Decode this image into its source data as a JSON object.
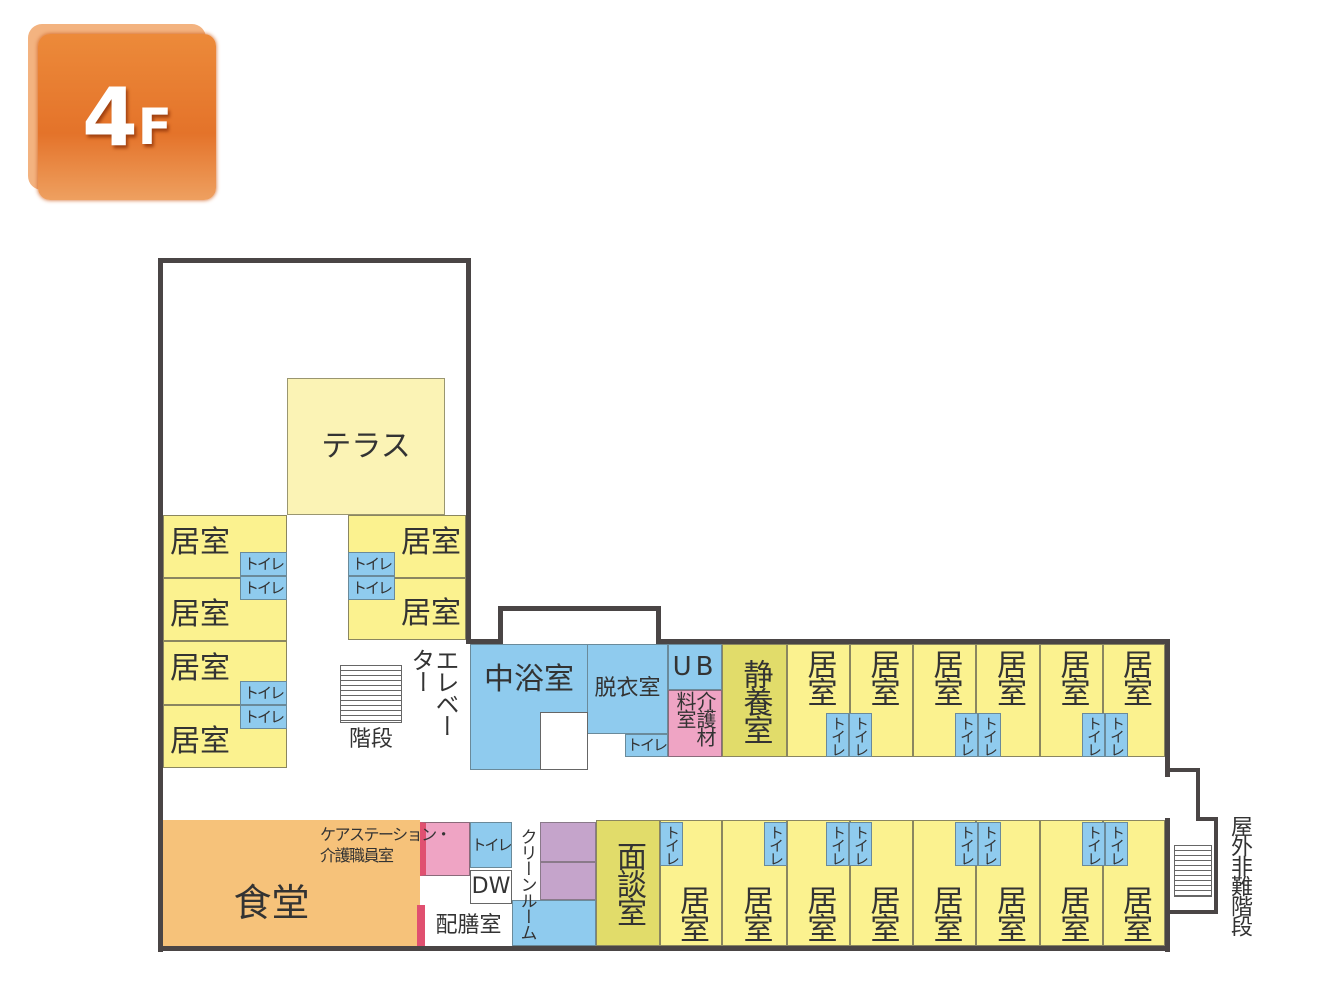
{
  "badge": {
    "floor": "4",
    "unit": "F",
    "color": "#e4732a"
  },
  "colors": {
    "room": "#fbf28f",
    "water": "#8fcbee",
    "care": "#efa4c4",
    "dining": "#f6c27a",
    "special": "#e1dc6a",
    "clean": "#c5a4cb"
  },
  "labels": {
    "terrace": "テラス",
    "room": "居室",
    "toilet": "トイレ",
    "toilet_small": "トイレ",
    "stairs": "階段",
    "elevator": "エレベーター",
    "bath": "中浴室",
    "dressing": "脱衣室",
    "ub": "UB",
    "supplies": "介護材料室",
    "rest": "静養室",
    "dining": "食堂",
    "care_station": "ケアステーション・",
    "staff_room": "介護職員室",
    "dw": "DW",
    "pantry": "配膳室",
    "cleanroom": "クリーンルーム",
    "interview": "面談室",
    "emergency_stairs": "屋外非難階段"
  }
}
